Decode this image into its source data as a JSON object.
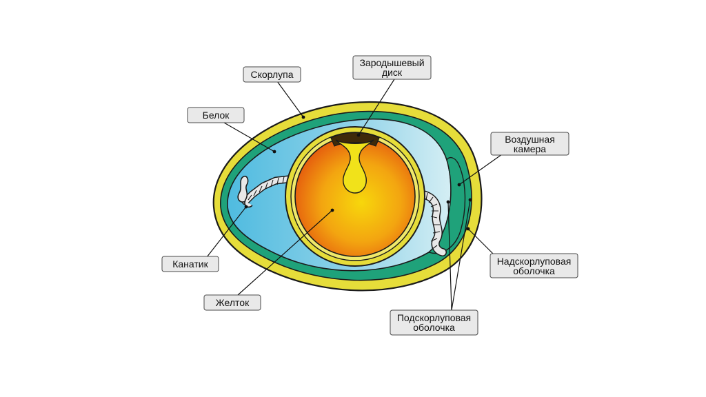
{
  "diagram": {
    "labels": {
      "shell": "Скорлупа",
      "albumen": "Белок",
      "germinal_disc_line1": "Зародышевый",
      "germinal_disc_line2": "диск",
      "air_cell_line1": "Воздушная",
      "air_cell_line2": "камера",
      "chalaza": "Канатик",
      "yolk": "Желток",
      "outer_membrane_line1": "Надскорлуповая",
      "outer_membrane_line2": "оболочка",
      "inner_membrane_line1": "Подскорлуповая",
      "inner_membrane_line2": "оболочка"
    },
    "colors": {
      "shell": "#e6dd3a",
      "membrane": "#1fa27a",
      "albumen_left": "#58c0e0",
      "albumen_right": "#cdeaf1",
      "yolk_center": "#f7d20a",
      "yolk_edge": "#ea6a0f",
      "germinal_disc": "#3f2a0a",
      "chalaza": "#e8e8e8",
      "outline": "#1b1b1b",
      "label_fill": "#e9e9e9"
    }
  }
}
